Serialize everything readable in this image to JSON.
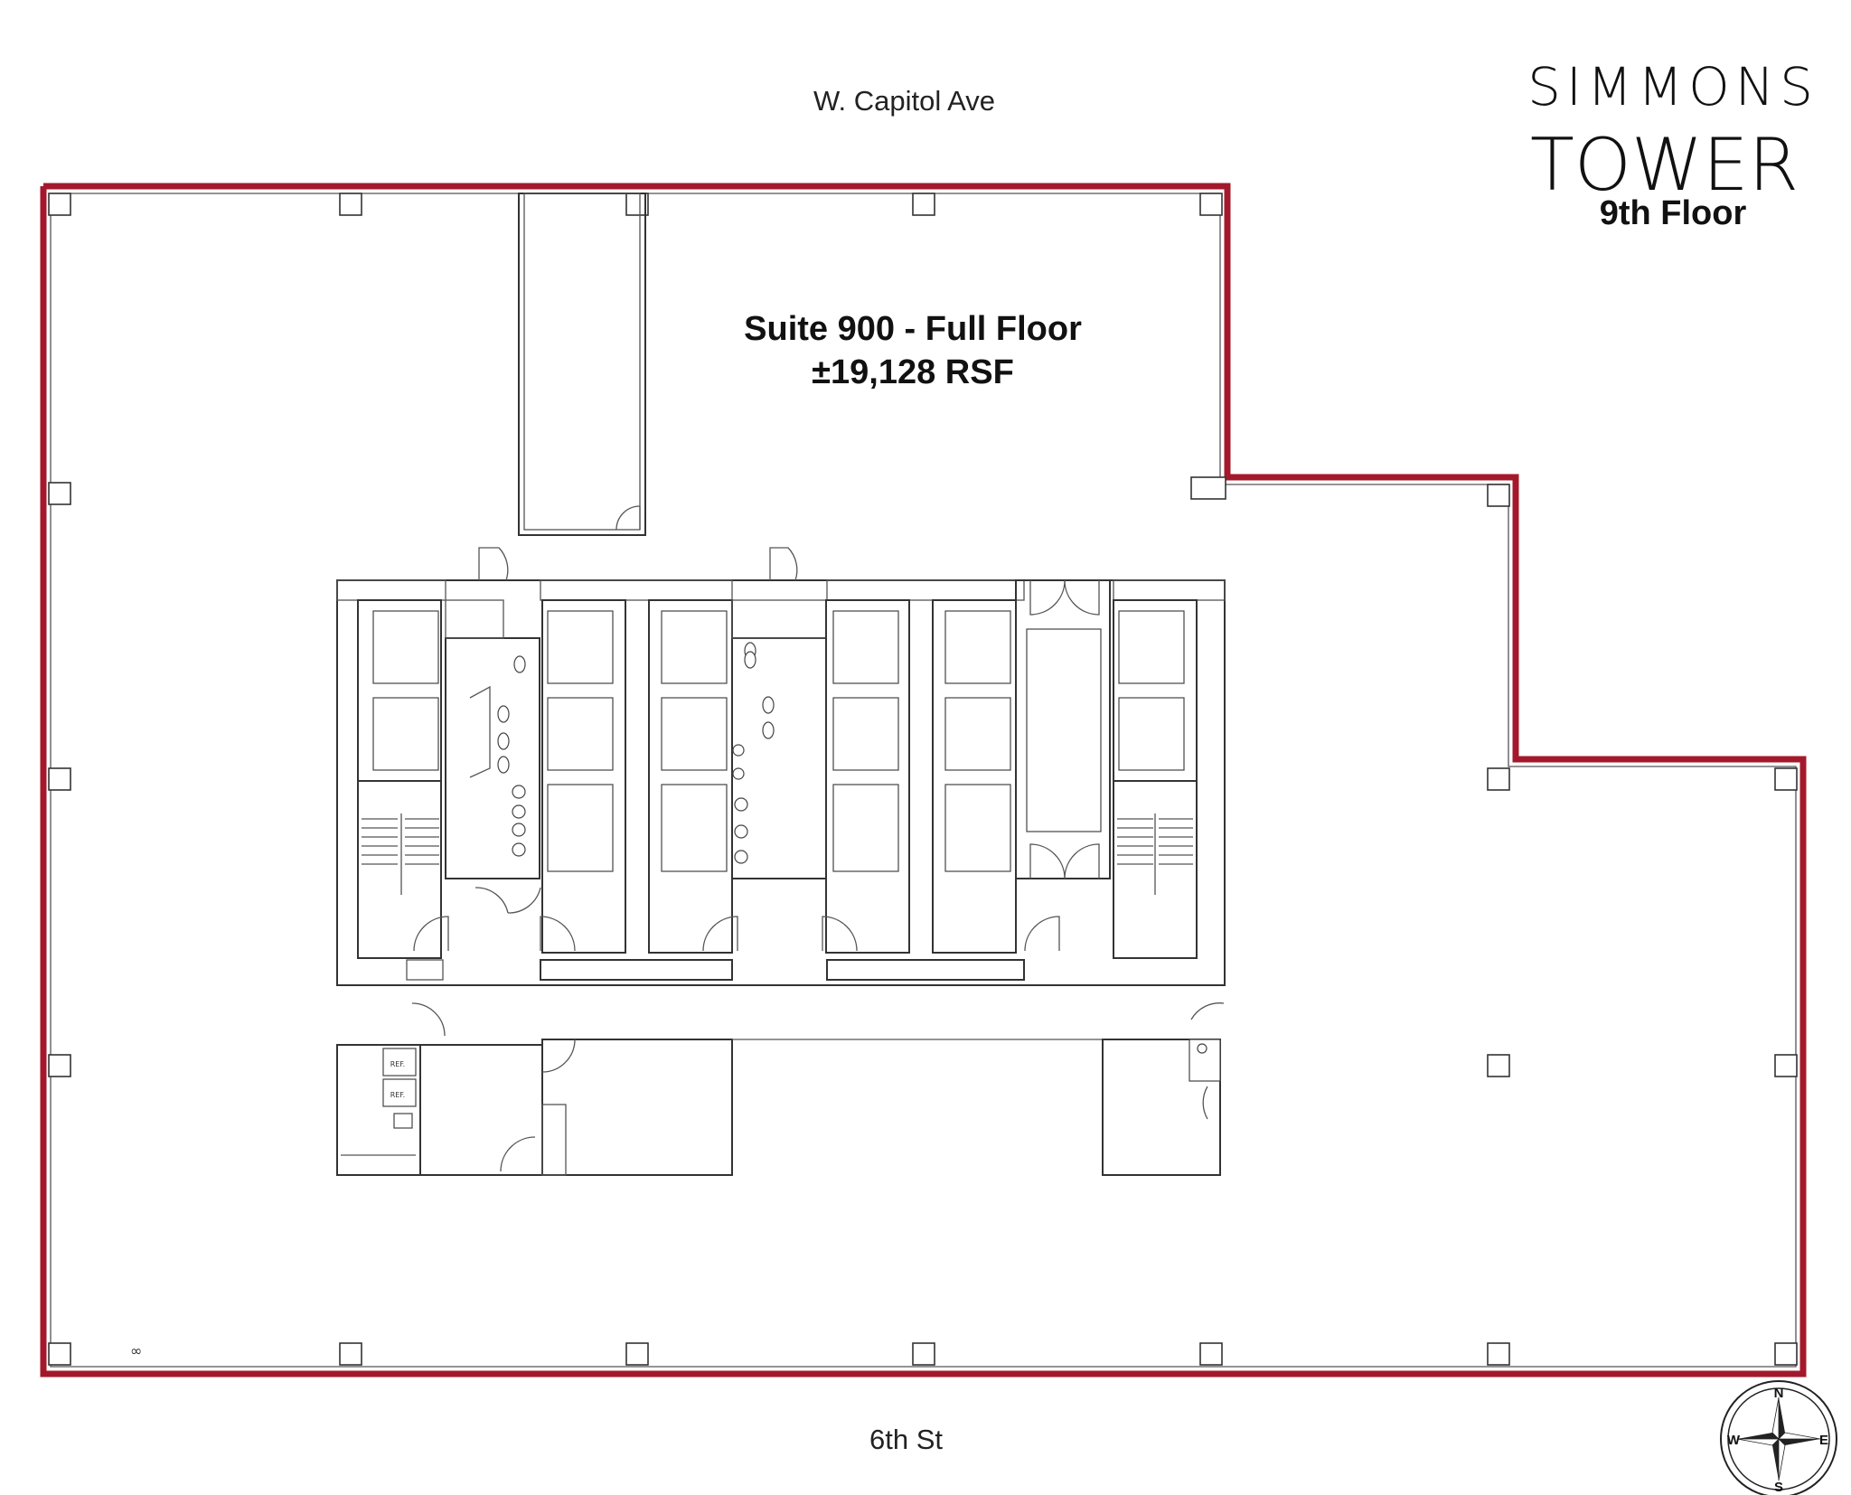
{
  "header": {
    "street_north": "W. Capitol Ave",
    "street_south": "6th St"
  },
  "logo": {
    "line1": "SIMMONS",
    "line2": "TOWER"
  },
  "floor": {
    "label": "9th Floor"
  },
  "suite": {
    "name": "Suite 900 - Full Floor",
    "area": "±19,128 RSF"
  },
  "compass": {
    "n": "N",
    "s": "S",
    "e": "E",
    "w": "W"
  },
  "labels": {
    "ref1": "REF.",
    "ref2": "REF."
  },
  "colors": {
    "boundary": "#a3192b",
    "walls": "#333333"
  }
}
